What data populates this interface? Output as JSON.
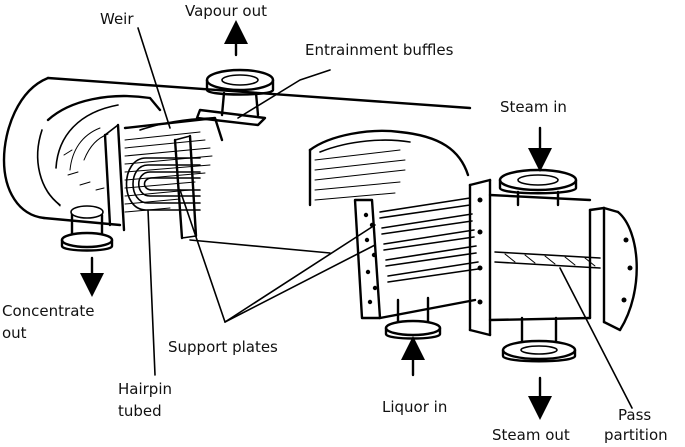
{
  "labels": {
    "weir": "Weir",
    "vapour_out": "Vapour out",
    "entrainment_buffles": "Entrainment buffles",
    "steam_in": "Steam in",
    "concentrate_out_1": "Concentrate",
    "concentrate_out_2": "out",
    "support_plates": "Support plates",
    "hairpin_tubed_1": "Hairpin",
    "hairpin_tubed_2": "tubed",
    "liquor_in": "Liquor in",
    "steam_out": "Steam out",
    "pass_partition_1": "Pass",
    "pass_partition_2": "partition"
  },
  "colors": {
    "ink": "#000000",
    "background": "#ffffff"
  }
}
